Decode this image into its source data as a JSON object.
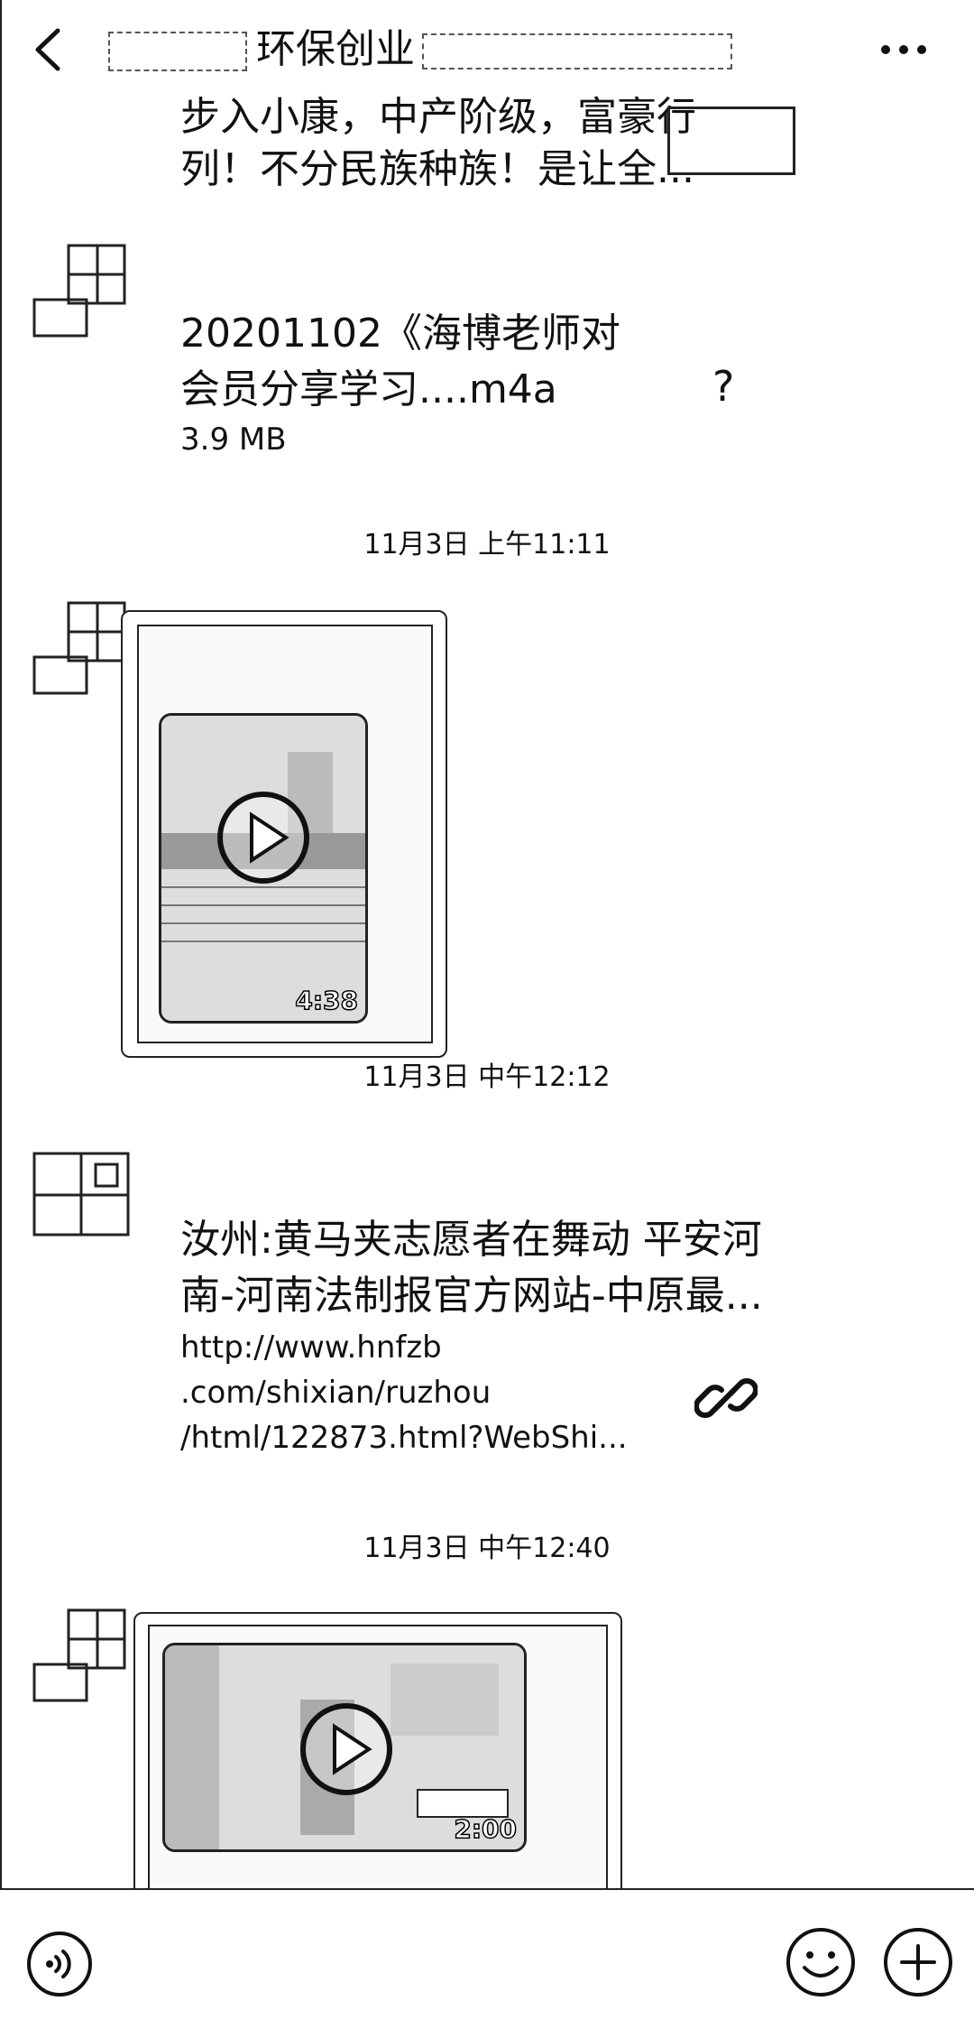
{
  "header": {
    "title": "环保创业",
    "back_icon": "chevron-left-icon",
    "more_icon": "more-horizontal-icon"
  },
  "messages": {
    "article_partial": {
      "line1": "步入小康，中产阶级，富豪行",
      "line2": "列！不分民族种族！是让全..."
    },
    "file": {
      "name_line1": "20201102《海博老师对",
      "name_line2": "会员分享学习....m4a",
      "size": "3.9 MB",
      "unknown_icon_glyph": "?"
    },
    "ts1": "11月3日 上午11:11",
    "video1": {
      "duration": "4:38"
    },
    "ts2": "11月3日 中午12:12",
    "link": {
      "title_line1": "汝州:黄马夹志愿者在舞动 平安河",
      "title_line2": "南-河南法制报官方网站-中原最...",
      "url_line1": "http://www.hnfzb",
      "url_line2": ".com/shixian/ruzhou",
      "url_line3": "/html/122873.html?WebShi..."
    },
    "ts3": "11月3日 中午12:40",
    "video2": {
      "duration": "2:00"
    }
  },
  "input_bar": {
    "voice_icon": "voice-icon",
    "emoji_icon": "emoji-icon",
    "plus_icon": "plus-icon"
  }
}
